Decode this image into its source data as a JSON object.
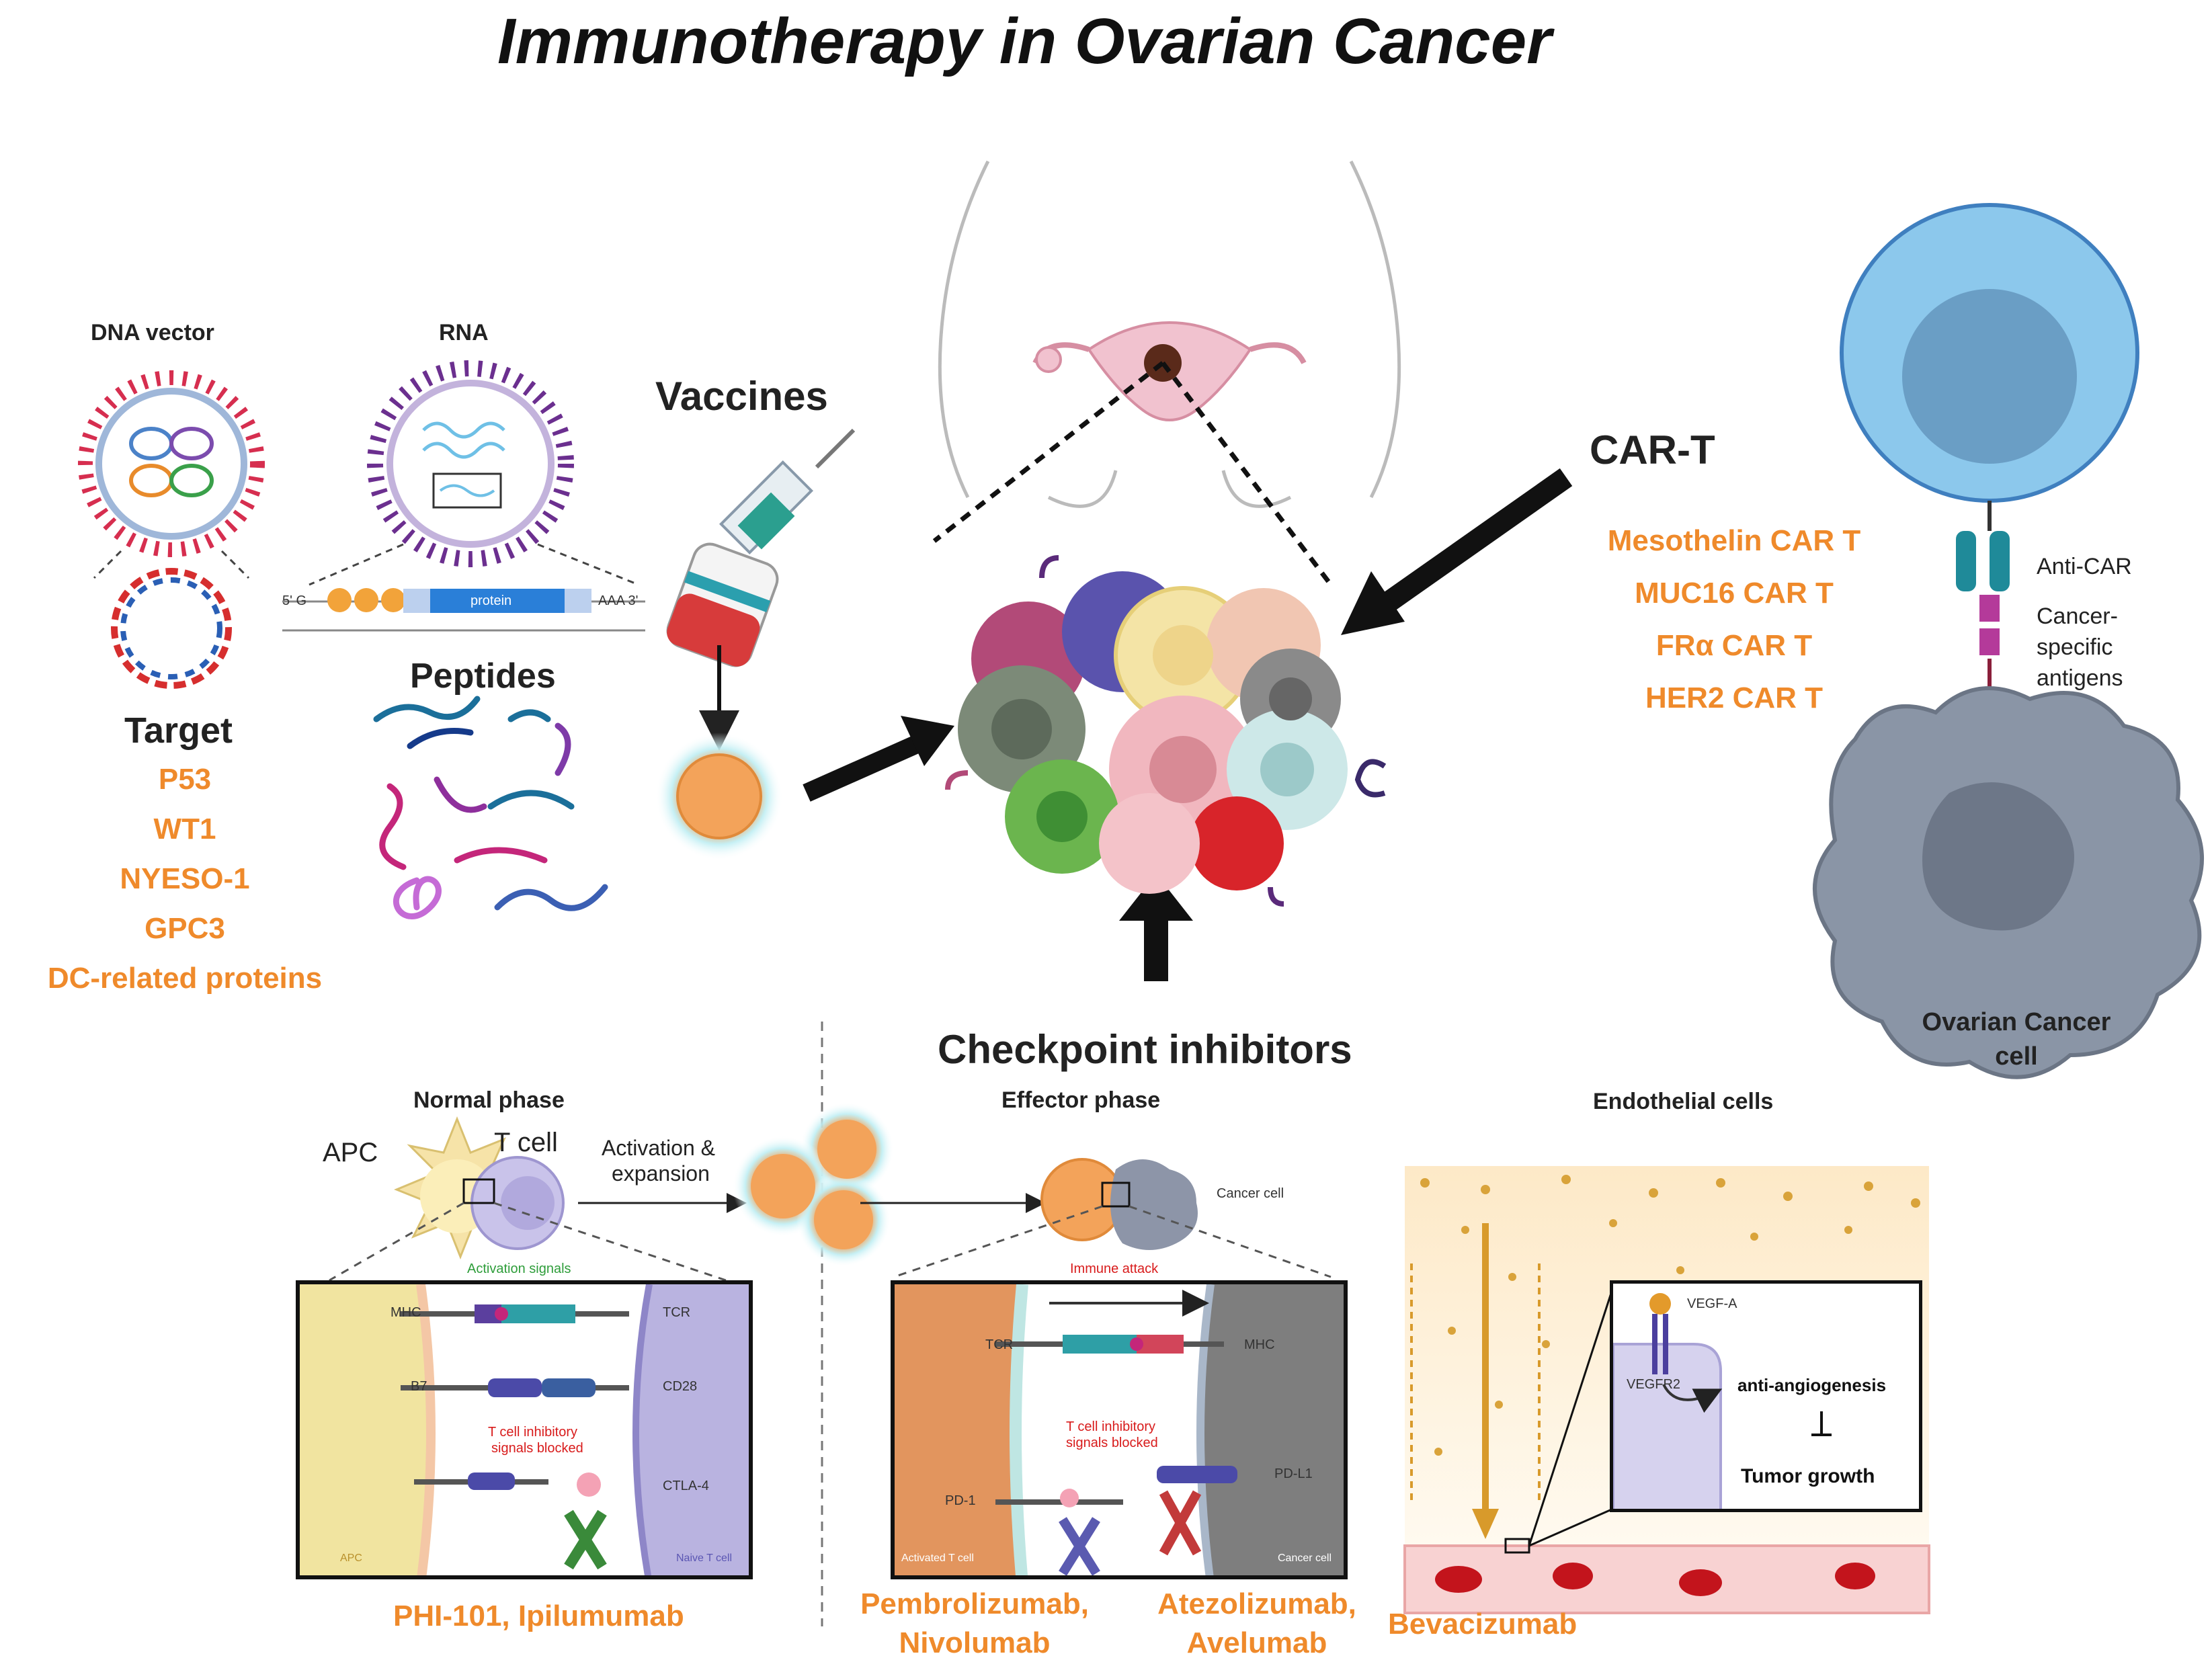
{
  "title": "Immunotherapy in Ovarian Cancer",
  "vaccines": {
    "heading": "Vaccines",
    "dna_vector_label": "DNA vector",
    "rna_label": "RNA",
    "mrna_five_prime": "5' G",
    "mrna_protein": "protein",
    "mrna_three_prime": "AAA 3'",
    "peptides_label": "Peptides",
    "target_heading": "Target",
    "targets": [
      "P53",
      "WT1",
      "NYESO-1",
      "GPC3",
      "DC-related proteins"
    ]
  },
  "car_t": {
    "heading": "CAR-T",
    "items": [
      "Mesothelin CAR T",
      "MUC16 CAR T",
      "FRα CAR T",
      "HER2 CAR T"
    ],
    "anti_car_label": "Anti-CAR",
    "antigen_label_lines": [
      "Cancer-",
      "specific",
      "antigens"
    ],
    "cell_label_lines": [
      "Ovarian Cancer",
      "cell"
    ]
  },
  "checkpoint": {
    "heading": "Checkpoint inhibitors",
    "normal_phase": {
      "heading": "Normal phase",
      "apc_label": "APC",
      "tcell_label": "T cell",
      "activation_lines": [
        "Activation &",
        "expansion"
      ],
      "activation_signals": "Activation signals",
      "mhc": "MHC",
      "tcr": "TCR",
      "b7": "B7",
      "cd28": "CD28",
      "inhibitory_lines": [
        "T cell inhibitory",
        "signals blocked"
      ],
      "ctla4": "CTLA-4",
      "apc_small": "APC",
      "naive_small": "Naive T cell",
      "drugs": "PHI-101, Ipilumumab"
    },
    "effector_phase": {
      "heading": "Effector phase",
      "cancer_cell_label": "Cancer cell",
      "immune_attack": "Immune attack",
      "tcr": "TCR",
      "mhc": "MHC",
      "inhibitory_lines": [
        "T cell inhibitory",
        "signals blocked"
      ],
      "pd1": "PD-1",
      "pdl1": "PD-L1",
      "activated_small": "Activated T cell",
      "cancer_small": "Cancer cell",
      "drugs_left_lines": [
        "Pembrolizumab,",
        "Nivolumab"
      ],
      "drugs_right_lines": [
        "Atezolizumab,",
        "Avelumab"
      ]
    }
  },
  "endothelial": {
    "heading": "Endothelial cells",
    "vegfa": "VEGF-A",
    "vegfr2": "VEGFR2",
    "anti_angiogenesis": "anti-angiogenesis",
    "tumor_growth": "Tumor growth",
    "drug": "Bevacizumab"
  },
  "colors": {
    "orange": "#ef8a2b",
    "dark": "#111111",
    "tcell_purple": "#b9b3e0",
    "apc_yellow": "#f3e3a2",
    "teal": "#2e9fa6",
    "red_blood": "#c3141c"
  }
}
